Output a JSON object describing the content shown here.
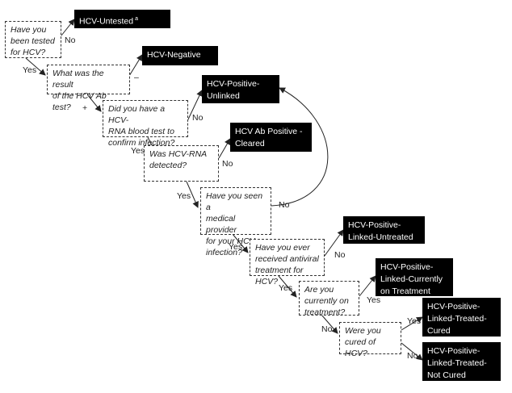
{
  "questions": {
    "q1": "Have you\nbeen tested\nfor HCV?",
    "q2": "What was the result\nof the HCV Ab test?",
    "q3": "Did you have a HCV-\nRNA blood test to\nconfirm infection?",
    "q4": "Was HCV-RNA\ndetected?",
    "q5": "Have you seen a\nmedical provider\nfor your HCV\ninfection?",
    "q6": "Have you ever\nreceived antiviral\ntreatment for HCV?",
    "q7": "Are you\ncurrently on\ntreatment?",
    "q8": "Were you\ncured of HCV?"
  },
  "outcomes": {
    "untested": "HCV-Untested",
    "untested_sup": "a",
    "negative": "HCV-Negative",
    "unlinked": "HCV-Positive-\nUnlinked",
    "cleared": "HCV Ab Positive -\nCleared",
    "untreated": "HCV-Positive-\nLinked-Untreated",
    "current": "HCV-Positive-\nLinked-Currently\non Treatment",
    "cured": "HCV-Positive-\nLinked-Treated-\nCured",
    "not_cured": "HCV-Positive-\nLinked-Treated-\nNot Cured"
  },
  "edge_labels": {
    "q1_no": "No",
    "q1_yes": "Yes",
    "q2_minus": "–",
    "q2_plus": "+",
    "q3_no": "No",
    "q3_yes": "Yes",
    "q4_no": "No",
    "q4_yes": "Yes",
    "q5_no": "No",
    "q5_yes": "Yes",
    "q6_no": "No",
    "q6_yes": "Yes",
    "q7_yes": "Yes",
    "q7_no": "No",
    "q8_yes": "Yes",
    "q8_no": "No"
  }
}
